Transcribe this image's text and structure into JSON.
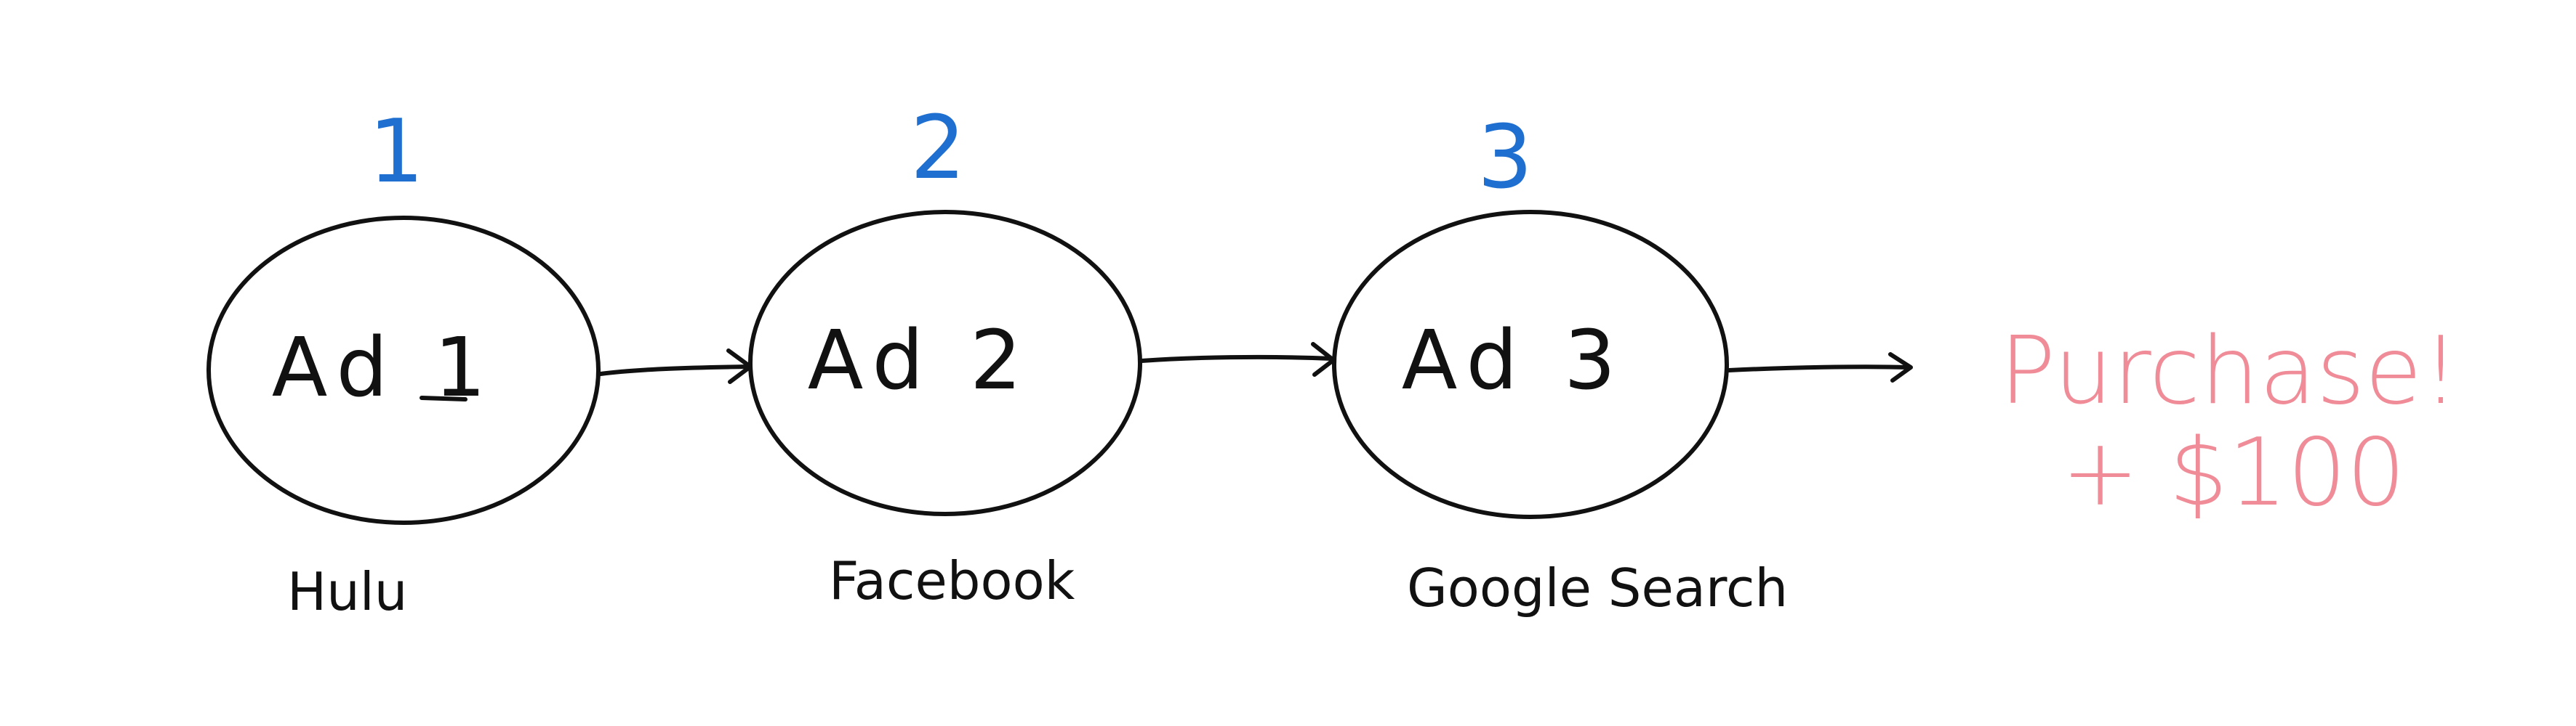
{
  "colors": {
    "ink": "#111111",
    "step_number": "#1f6fd1",
    "outcome": "#ef8c98",
    "background": "#ffffff"
  },
  "nodes": [
    {
      "step": "1",
      "label": "Ad 1",
      "channel": "Hulu"
    },
    {
      "step": "2",
      "label": "Ad 2",
      "channel": "Facebook"
    },
    {
      "step": "3",
      "label": "Ad 3",
      "channel": "Google Search"
    }
  ],
  "outcome": {
    "line1": "Purchase!",
    "line2": "+ $100"
  }
}
